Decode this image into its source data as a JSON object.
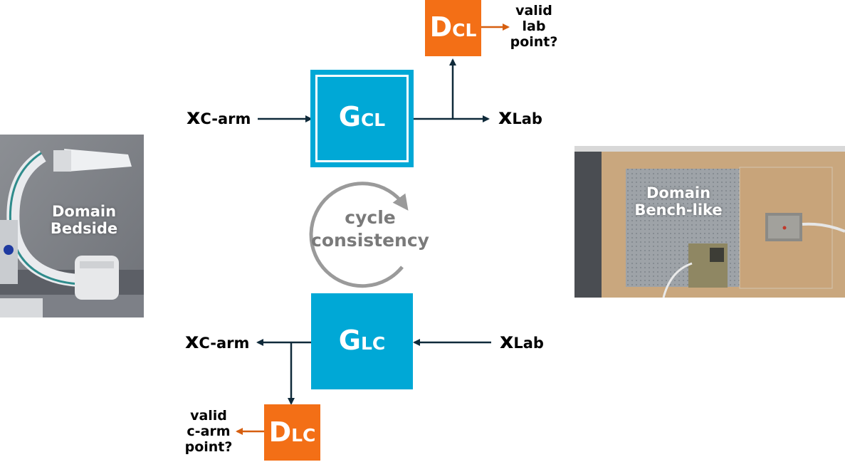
{
  "colors": {
    "generator": "#00a8d6",
    "discriminator": "#f36f16",
    "arrow": "#0f2a3a",
    "orange_arrow": "#d65f10",
    "cycle": "#9a9a9a"
  },
  "domains": {
    "bedside": {
      "line1": "Domain",
      "line2": "Bedside"
    },
    "benchlike": {
      "line1": "Domain",
      "line2": "Bench-like"
    }
  },
  "variables": {
    "x_carm": {
      "main": "x",
      "sub": "C-arm"
    },
    "x_lab": {
      "main": "x",
      "sub": "Lab"
    }
  },
  "generators": {
    "g_cl": {
      "main": "G",
      "sub": "CL"
    },
    "g_lc": {
      "main": "G",
      "sub": "LC"
    }
  },
  "discriminators": {
    "d_cl": {
      "main": "D",
      "sub": "CL",
      "question": [
        "valid",
        "lab",
        "point?"
      ]
    },
    "d_lc": {
      "main": "D",
      "sub": "LC",
      "question": [
        "valid",
        "c-arm",
        "point?"
      ]
    }
  },
  "cycle": {
    "line1": "cycle",
    "line2": "consistency"
  }
}
